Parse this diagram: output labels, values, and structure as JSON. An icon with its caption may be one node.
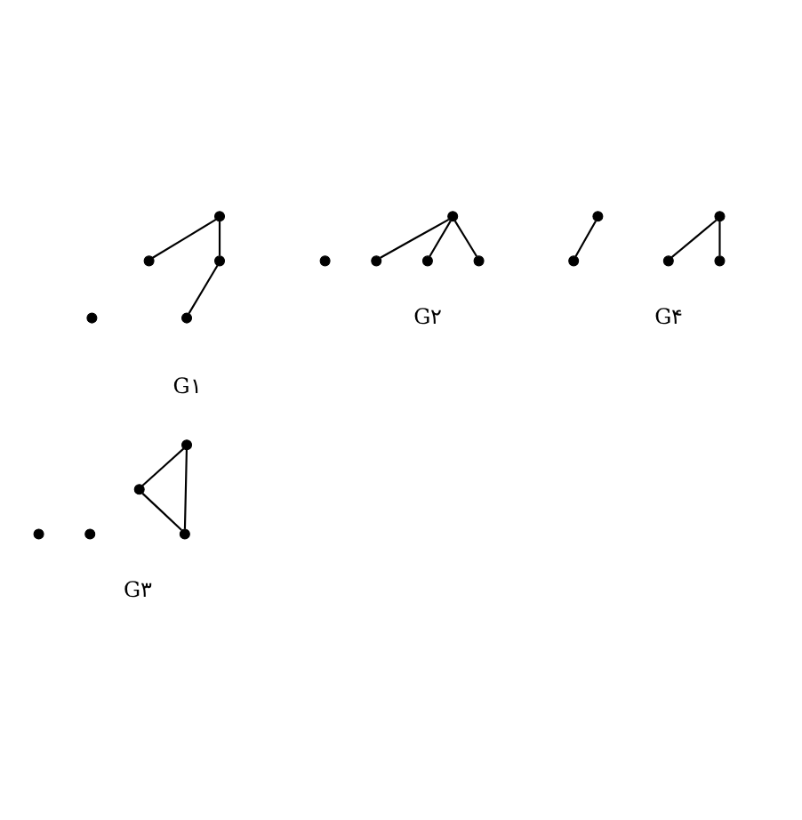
{
  "diagram": {
    "nodes": [
      {
        "text": [],
        "shape": "circle"
      },
      {
        "text": [],
        "shape": "circle"
      },
      {
        "text": [],
        "shape": "circle"
      },
      {
        "text": [],
        "shape": "circle"
      },
      {
        "text": [],
        "shape": "circle"
      },
      {
        "text": [],
        "shape": "circle"
      },
      {
        "text": [],
        "shape": "circle"
      },
      {
        "text": [],
        "shape": "circle"
      },
      {
        "text": [],
        "shape": "circle"
      },
      {
        "text": [],
        "shape": "circle"
      },
      {
        "text": [],
        "shape": "circle"
      },
      {
        "text": [],
        "shape": "circle"
      },
      {
        "text": [],
        "shape": "circle"
      },
      {
        "text": [],
        "shape": "circle"
      },
      {
        "text": [],
        "shape": "circle"
      },
      {
        "text": [],
        "shape": "circle"
      },
      {
        "text": [],
        "shape": "circle"
      },
      {
        "text": [],
        "shape": "circle"
      },
      {
        "text": [],
        "shape": "circle"
      },
      {
        "text": [],
        "shape": "circle"
      }
    ],
    "edges": [
      {
        "from": 0,
        "to": 1,
        "arrow": "none"
      },
      {
        "from": 0,
        "to": 2,
        "arrow": "none"
      },
      {
        "from": 2,
        "to": 3,
        "arrow": "none"
      },
      {
        "from": 5,
        "to": 6,
        "arrow": "none"
      },
      {
        "from": 5,
        "to": 7,
        "arrow": "none"
      },
      {
        "from": 5,
        "to": 8,
        "arrow": "none"
      },
      {
        "from": 10,
        "to": 11,
        "arrow": "none"
      },
      {
        "from": 10,
        "to": 12,
        "arrow": "none"
      },
      {
        "from": 11,
        "to": 12,
        "arrow": "none"
      },
      {
        "from": 15,
        "to": 16,
        "arrow": "none"
      },
      {
        "from": 15,
        "to": 17,
        "arrow": "none"
      },
      {
        "from": 18,
        "to": 19,
        "arrow": "none"
      }
    ],
    "labels": [
      "G۱",
      "G۲",
      "G۳",
      "G۴"
    ]
  }
}
